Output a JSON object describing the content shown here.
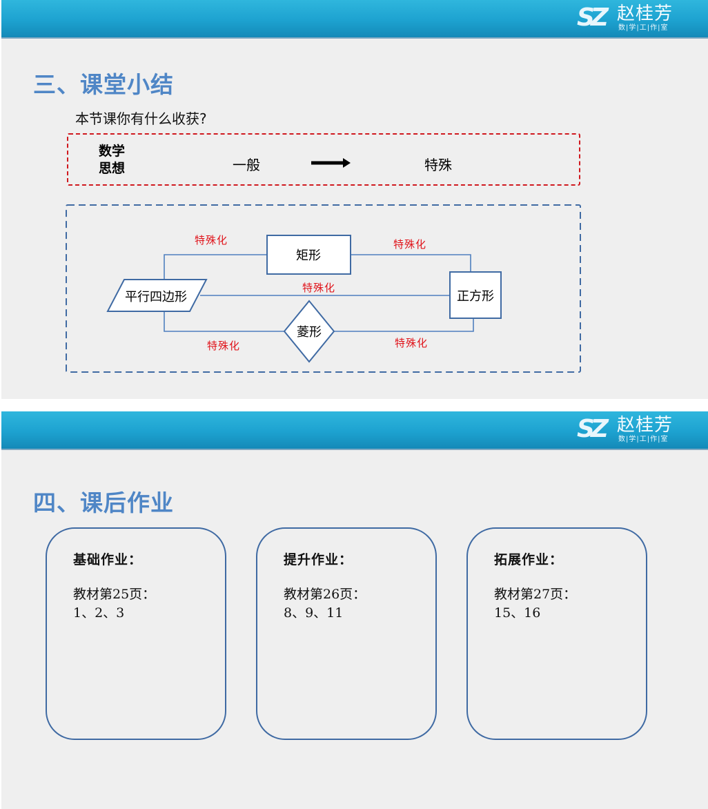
{
  "logo": {
    "mark": "SZ",
    "name": "赵桂芳",
    "subtitle": "数|学|工|作|室"
  },
  "slide1": {
    "title": "三、课堂小结",
    "question": "本节课你有什么收获?",
    "thinking_box": {
      "label_line1": "数学",
      "label_line2": "思想",
      "from": "一般",
      "to": "特殊"
    },
    "diagram": {
      "nodes": {
        "parallelogram": "平行四边形",
        "rectangle": "矩形",
        "square": "正方形",
        "rhombus": "菱形"
      },
      "edge_label": "特殊化",
      "colors": {
        "edge": "#4f7fbf",
        "label": "#e0141b",
        "box_border": "#3f6aa3"
      }
    }
  },
  "slide2": {
    "title": "四、课后作业",
    "cards": [
      {
        "title": "基础作业：",
        "text": "教材第25页：\n1、2、3"
      },
      {
        "title": "提升作业：",
        "text": "教材第26页：\n8、9、11"
      },
      {
        "title": "拓展作业：",
        "text": "教材第27页：\n15、16"
      }
    ]
  }
}
